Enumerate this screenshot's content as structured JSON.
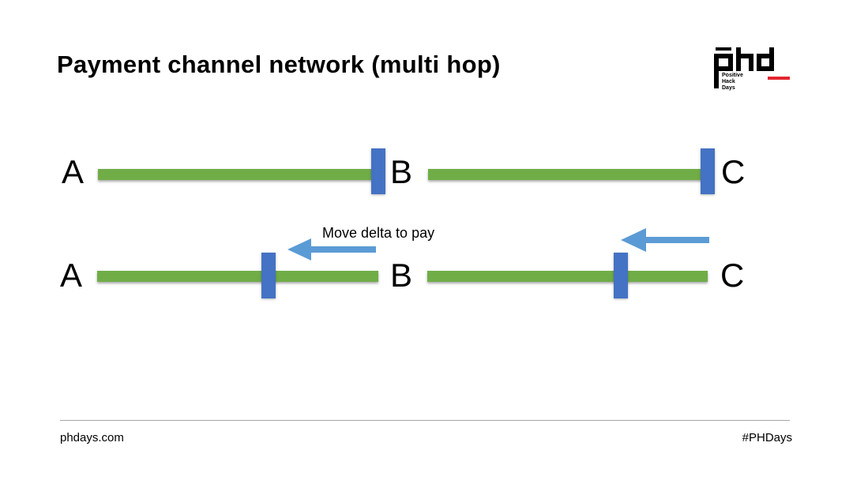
{
  "title": "Payment channel network (multi hop)",
  "logo": {
    "text": "phd",
    "subtitle": "Positive Hack Days",
    "accent": "#e3262e"
  },
  "row1": {
    "nodes": [
      "A",
      "B",
      "C"
    ]
  },
  "row2": {
    "nodes": [
      "A",
      "B",
      "C"
    ],
    "annotation": "Move delta to pay"
  },
  "colors": {
    "channel": "#70ad47",
    "balance_marker": "#4472c4",
    "arrow": "#5b9bd5"
  },
  "footer": {
    "left": "phdays.com",
    "right": "#PHDays"
  }
}
